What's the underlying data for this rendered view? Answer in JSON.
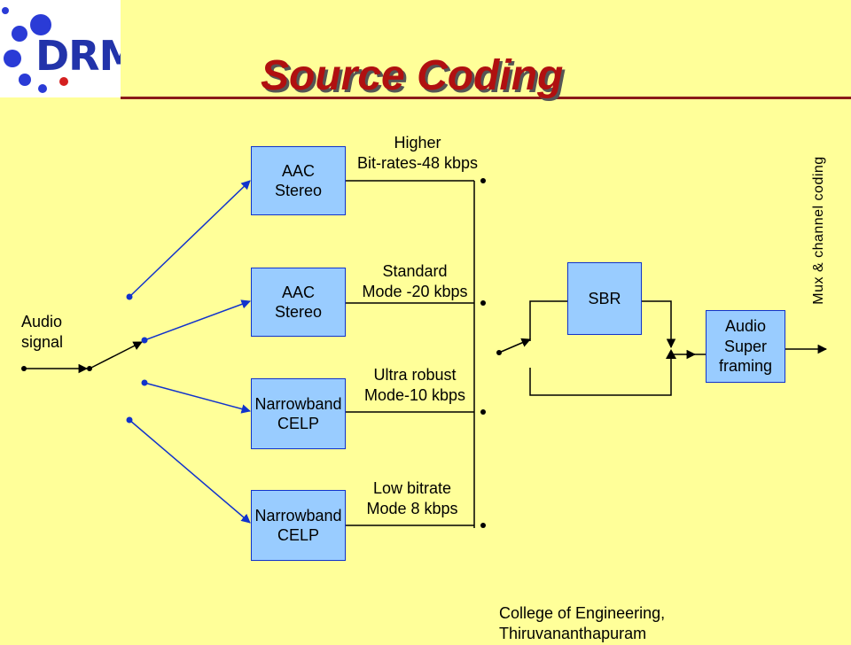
{
  "title": "Source Coding",
  "logo": {
    "text": "DRM",
    "dot_colors": [
      "#2a3bd6",
      "#d42020"
    ]
  },
  "input_label": [
    "Audio",
    "signal"
  ],
  "coders": [
    {
      "name": [
        "AAC",
        "Stereo"
      ],
      "mode_label": [
        "Higher",
        "Bit-rates-48 kbps"
      ]
    },
    {
      "name": [
        "AAC",
        "Stereo"
      ],
      "mode_label": [
        "Standard",
        "Mode -20 kbps"
      ]
    },
    {
      "name": [
        "Narrowband",
        "CELP"
      ],
      "mode_label": [
        "Ultra robust",
        "Mode-10 kbps"
      ]
    },
    {
      "name": [
        "Narrowband",
        "CELP"
      ],
      "mode_label": [
        "Low bitrate",
        "Mode 8 kbps"
      ]
    }
  ],
  "sbr_label": "SBR",
  "framing_label": [
    "Audio",
    "Super",
    "framing"
  ],
  "output_label": "Mux & channel coding",
  "footer": [
    "College of Engineering,",
    "Thiruvananthapuram"
  ],
  "colors": {
    "box_fill": "#99ccff",
    "box_border": "#1133cc",
    "background": "#ffff99",
    "title": "#b01010"
  }
}
